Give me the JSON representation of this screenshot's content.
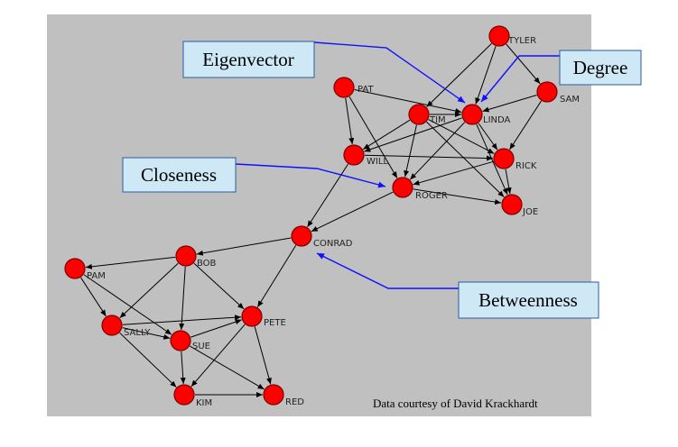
{
  "nodes": [
    {
      "id": "TYLER",
      "label": "TYLER"
    },
    {
      "id": "SAM",
      "label": "SAM"
    },
    {
      "id": "PAT",
      "label": "PAT"
    },
    {
      "id": "TIM",
      "label": "TIM"
    },
    {
      "id": "LINDA",
      "label": "LINDA"
    },
    {
      "id": "WILL",
      "label": "WILL"
    },
    {
      "id": "RICK",
      "label": "RICK"
    },
    {
      "id": "ROGER",
      "label": "ROGER"
    },
    {
      "id": "JOE",
      "label": "JOE"
    },
    {
      "id": "CONRAD",
      "label": "CONRAD"
    },
    {
      "id": "BOB",
      "label": "BOB"
    },
    {
      "id": "PAM",
      "label": "PAM"
    },
    {
      "id": "PETE",
      "label": "PETE"
    },
    {
      "id": "SALLY",
      "label": "SALLY"
    },
    {
      "id": "SUE",
      "label": "SUE"
    },
    {
      "id": "KIM",
      "label": "KIM"
    },
    {
      "id": "RED",
      "label": "RED"
    }
  ],
  "edges": [
    [
      "TYLER",
      "SAM"
    ],
    [
      "TYLER",
      "LINDA"
    ],
    [
      "TYLER",
      "TIM"
    ],
    [
      "SAM",
      "LINDA"
    ],
    [
      "SAM",
      "RICK"
    ],
    [
      "PAT",
      "WILL"
    ],
    [
      "PAT",
      "ROGER"
    ],
    [
      "PAT",
      "LINDA"
    ],
    [
      "TIM",
      "LINDA"
    ],
    [
      "TIM",
      "WILL"
    ],
    [
      "TIM",
      "ROGER"
    ],
    [
      "TIM",
      "RICK"
    ],
    [
      "TIM",
      "JOE"
    ],
    [
      "LINDA",
      "WILL"
    ],
    [
      "LINDA",
      "ROGER"
    ],
    [
      "LINDA",
      "RICK"
    ],
    [
      "LINDA",
      "JOE"
    ],
    [
      "WILL",
      "RICK"
    ],
    [
      "WILL",
      "CONRAD"
    ],
    [
      "RICK",
      "ROGER"
    ],
    [
      "RICK",
      "JOE"
    ],
    [
      "ROGER",
      "JOE"
    ],
    [
      "ROGER",
      "CONRAD"
    ],
    [
      "CONRAD",
      "BOB"
    ],
    [
      "CONRAD",
      "PETE"
    ],
    [
      "BOB",
      "PAM"
    ],
    [
      "BOB",
      "SALLY"
    ],
    [
      "BOB",
      "SUE"
    ],
    [
      "BOB",
      "PETE"
    ],
    [
      "PAM",
      "SALLY"
    ],
    [
      "PAM",
      "SUE"
    ],
    [
      "SALLY",
      "PETE"
    ],
    [
      "SALLY",
      "SUE"
    ],
    [
      "SALLY",
      "KIM"
    ],
    [
      "SUE",
      "PETE"
    ],
    [
      "SUE",
      "KIM"
    ],
    [
      "SUE",
      "RED"
    ],
    [
      "PETE",
      "KIM"
    ],
    [
      "PETE",
      "RED"
    ],
    [
      "KIM",
      "RED"
    ]
  ],
  "callouts": [
    {
      "id": "eigenvector",
      "text": "Eigenvector",
      "target": "LINDA"
    },
    {
      "id": "degree",
      "text": "Degree",
      "target": "LINDA"
    },
    {
      "id": "closeness",
      "text": "Closeness",
      "target": "ROGER"
    },
    {
      "id": "betweenness",
      "text": "Betweenness",
      "target": "CONRAD"
    }
  ],
  "credit": "Data courtesy of David Krackhardt",
  "colors": {
    "node": "#ff0000",
    "panel": "#c0c0c0",
    "callout_fill": "#cfe8f6",
    "pointer": "#1010ff"
  }
}
